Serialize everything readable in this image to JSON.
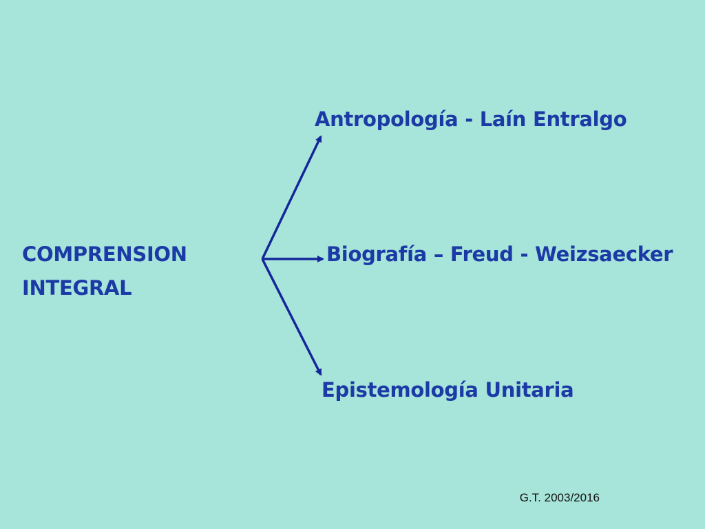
{
  "diagram": {
    "root": {
      "line1": "COMPRENSION",
      "line2": "INTEGRAL"
    },
    "branches": [
      {
        "label": "Antropología -  Laín Entralgo"
      },
      {
        "label": "Biografía – Freud - Weizsaecker"
      },
      {
        "label": "Epistemología Unitaria"
      }
    ]
  },
  "footer": {
    "credit": "G.T. 2003/2016"
  },
  "colors": {
    "background": "#a7e4da",
    "text": "#1c3aa5",
    "arrow": "#13279a"
  }
}
